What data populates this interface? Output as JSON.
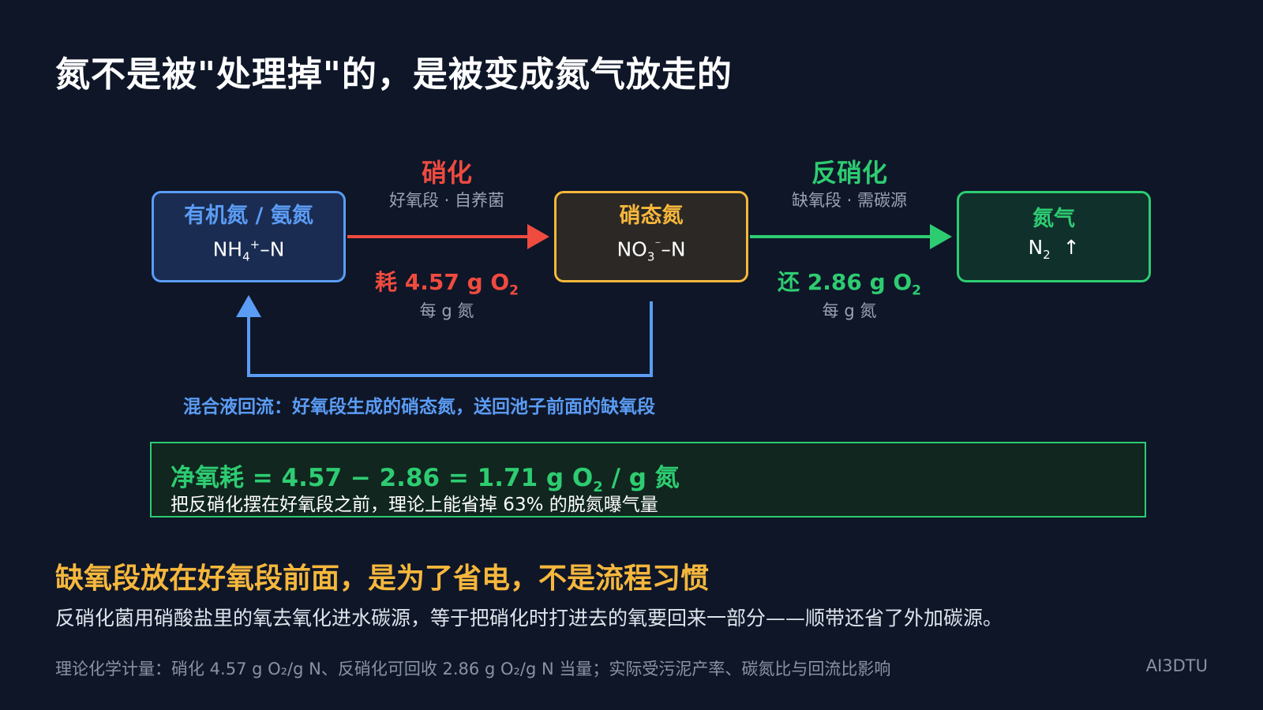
{
  "title": "氮不是被\"处理掉\"的，是被变成氮气放走的",
  "nodes": [
    {
      "name": "有机氮 / 氨氮",
      "formula_base": "NH",
      "formula_sub": "4",
      "formula_sup": "+",
      "formula_tail": "–N",
      "color": "#5b9cf4"
    },
    {
      "name": "硝态氮",
      "formula_base": "NO",
      "formula_sub": "3",
      "formula_sup": "⁻",
      "formula_tail": "–N",
      "color": "#f6b73c"
    },
    {
      "name": "氮气",
      "formula_base": "N",
      "formula_sub": "2",
      "formula_tail": "↑",
      "color": "#2ecc71"
    }
  ],
  "steps": {
    "nitrification": {
      "title": "硝化",
      "subtitle": "好氧段 · 自养菌",
      "cost_prefix": "耗 4.57 g O",
      "cost_sub": "2",
      "unit": "每 g 氮",
      "color": "#ef4b3f"
    },
    "denitrification": {
      "title": "反硝化",
      "subtitle": "缺氧段 · 需碳源",
      "cost_prefix": "还 2.86 g O",
      "cost_sub": "2",
      "unit": "每 g 氮",
      "color": "#2ecc71"
    }
  },
  "recycle": {
    "label": "混合液回流：好氧段生成的硝态氮，送回池子前面的缺氧段",
    "color": "#5b9cf4"
  },
  "net": {
    "formula_prefix": "净氧耗 = 4.57 − 2.86 = 1.71 g O",
    "formula_sub": "2",
    "formula_suffix": " / g 氮",
    "note": "把反硝化摆在好氧段之前，理论上能省掉 63% 的脱氮曝气量"
  },
  "bottom": {
    "headline": "缺氧段放在好氧段前面，是为了省电，不是流程习惯",
    "description": "反硝化菌用硝酸盐里的氧去氧化进水碳源，等于把硝化时打进去的氧要回来一部分——顺带还省了外加碳源。",
    "footnote": "理论化学计量：硝化 4.57 g O₂/g N、反硝化可回收 2.86 g O₂/g N 当量；实际受污泥产率、碳氮比与回流比影响",
    "watermark": "AI3DTU"
  }
}
